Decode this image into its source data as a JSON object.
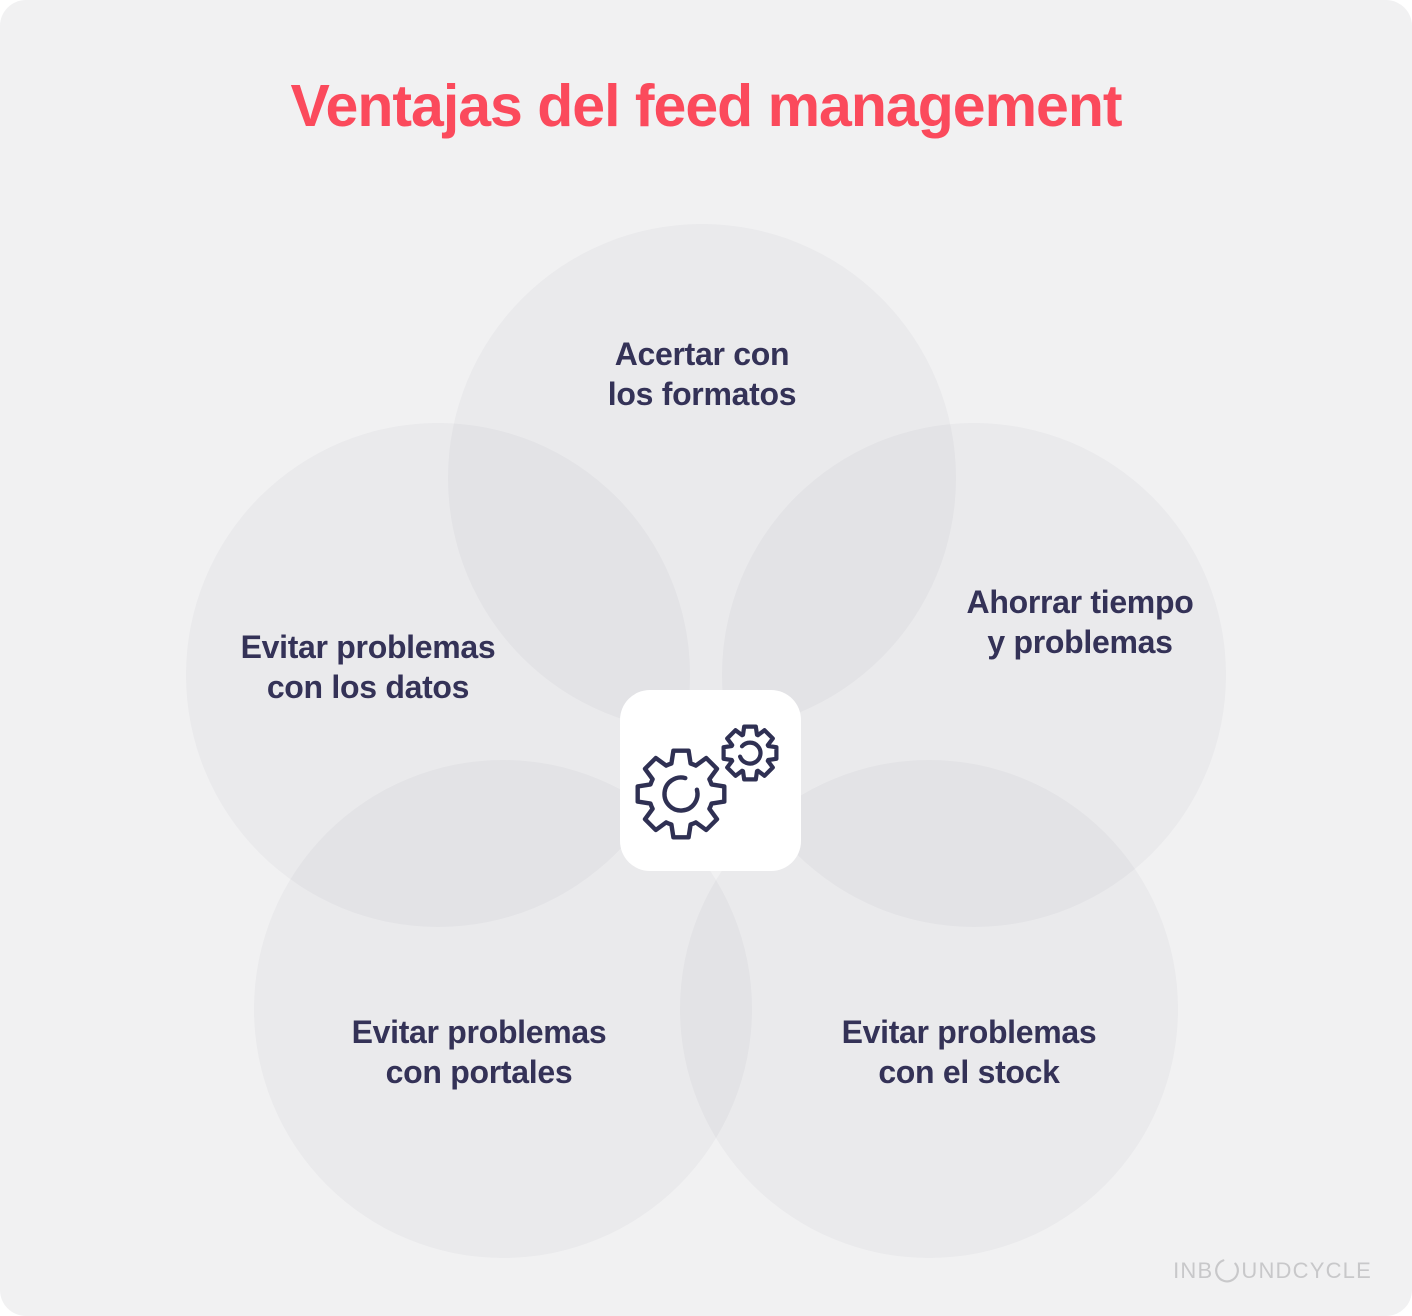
{
  "title": "Ventajas del feed management",
  "benefits": [
    {
      "id": "acertar-formatos",
      "position": "top",
      "lines": [
        "Acertar con",
        "los formatos"
      ]
    },
    {
      "id": "ahorrar-tiempo",
      "position": "right",
      "lines": [
        "Ahorrar tiempo",
        "y problemas"
      ]
    },
    {
      "id": "evitar-datos",
      "position": "left",
      "lines": [
        "Evitar problemas",
        "con los datos"
      ]
    },
    {
      "id": "evitar-portales",
      "position": "bottom-left",
      "lines": [
        "Evitar problemas",
        "con portales"
      ]
    },
    {
      "id": "evitar-stock",
      "position": "bottom-right",
      "lines": [
        "Evitar problemas",
        "con el stock"
      ]
    }
  ],
  "center_icon": "gears-icon",
  "logo": {
    "text": "INBOUNDCYCLE",
    "part_before_o": "INB",
    "part_after_o": "UNDCYCLE",
    "o_icon": "logo-o-icon"
  },
  "colors": {
    "page": "#ffffff",
    "background": "#f1f1f2",
    "circle_overlay": "rgba(40,40,60,0.032)",
    "title": "#fb4a5c",
    "label_text": "#343257",
    "gear_stroke": "#2f3053",
    "card_background": "#ffffff",
    "logo_text": "#c8c8ca"
  }
}
